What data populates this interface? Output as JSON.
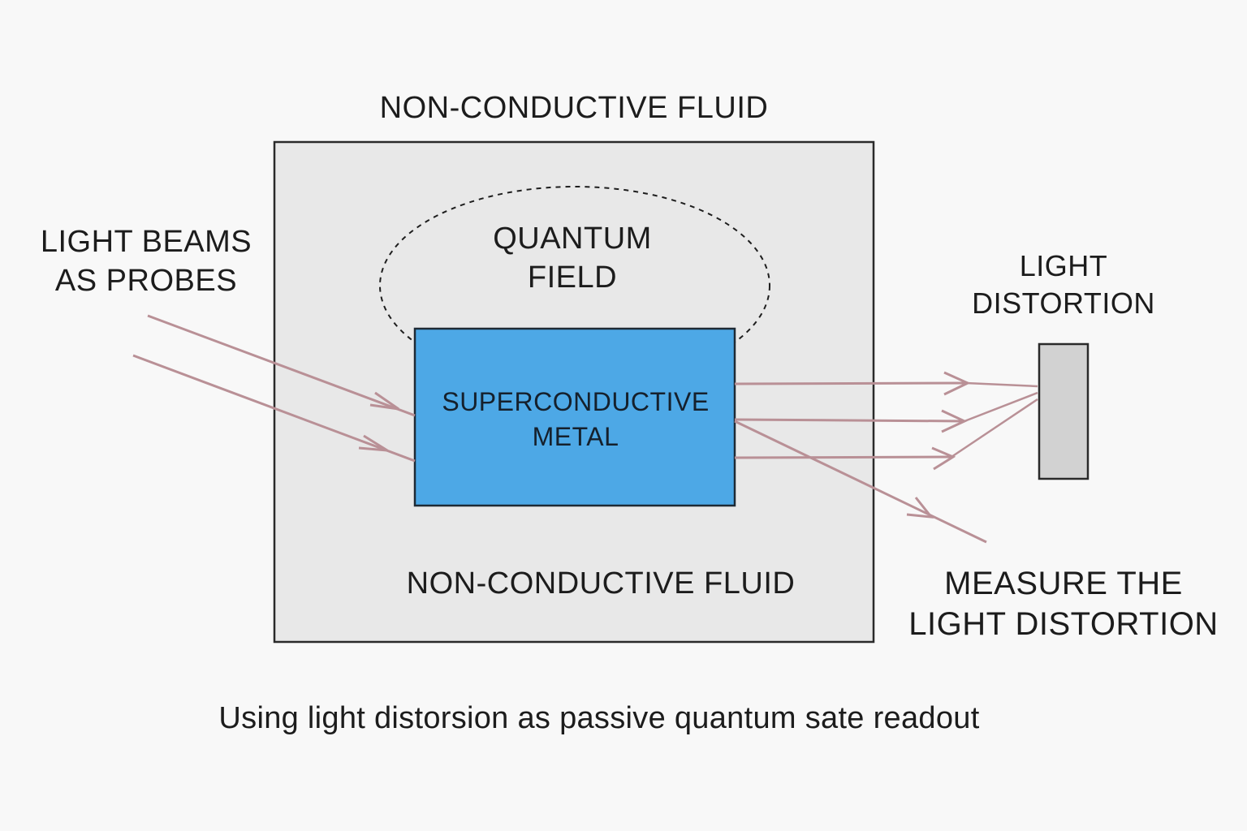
{
  "diagram": {
    "fluid_label_top": "NON-CONDUCTIVE FLUID",
    "fluid_label_bottom": "NON-CONDUCTIVE FLUID",
    "quantum_field_label": [
      "QUANTUM",
      "FIELD"
    ],
    "metal_label": [
      "SUPERCONDUCTIVE",
      "METAL"
    ],
    "probes_label": [
      "LIGHT BEAMS",
      "AS PROBES"
    ],
    "distortion_label": [
      "LIGHT",
      "DISTORTION"
    ],
    "measure_label": [
      "MEASURE THE",
      "LIGHT DISTORTION"
    ],
    "caption": "Using light distorsion as passive quantum sate readout"
  },
  "colors": {
    "background": "#f8f8f8",
    "fluid_box": "#e8e8e8",
    "metal_block": "#4da8e6",
    "detector": "#d2d2d2",
    "beam": "#b99096",
    "outline": "#2a2a2a"
  }
}
